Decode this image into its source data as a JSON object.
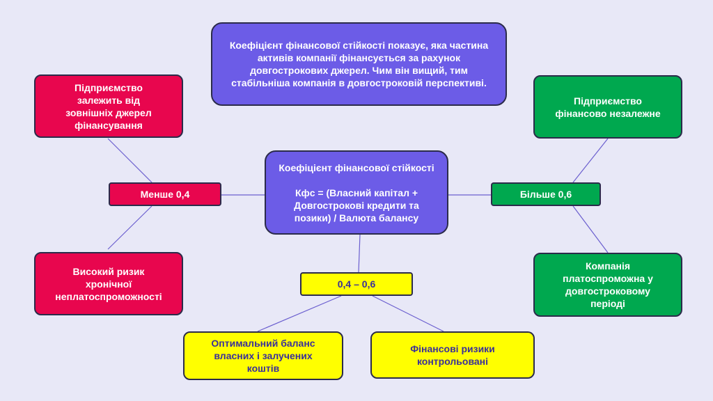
{
  "colors": {
    "background": "#e8e8f7",
    "purple": "#6c5ce7",
    "red": "#e8064e",
    "green": "#00a84f",
    "yellow": "#ffff00",
    "line": "#6b5fcf"
  },
  "center": {
    "text": "Коефіцієнт фінансової стійкості\n\nКфс = (Власний капітал + Довгострокові кредити та позики) / Валюта балансу"
  },
  "definition": {
    "text": "Коефіцієнт фінансової стійкості показує, яка частина активів компанії фінансується за рахунок довгострокових джерел. Чим він вищий, тим стабільніша компанія в довгостроковій перспективі."
  },
  "low": {
    "label": "Менше 0,4",
    "outcome_top": "Підприємство залежить від зовнішніх джерел фінансування",
    "outcome_bottom": "Високий ризик хронічної неплатоспроможності"
  },
  "high": {
    "label": "Більше 0,6",
    "outcome_top": "Підприємство фінансово незалежне",
    "outcome_bottom": "Компанія платоспроможна у довгостроковому періоді"
  },
  "mid": {
    "label": "0,4 – 0,6",
    "outcome_left": "Оптимальний баланс власних і залучених коштів",
    "outcome_right": "Фінансові ризики контрольовані"
  }
}
